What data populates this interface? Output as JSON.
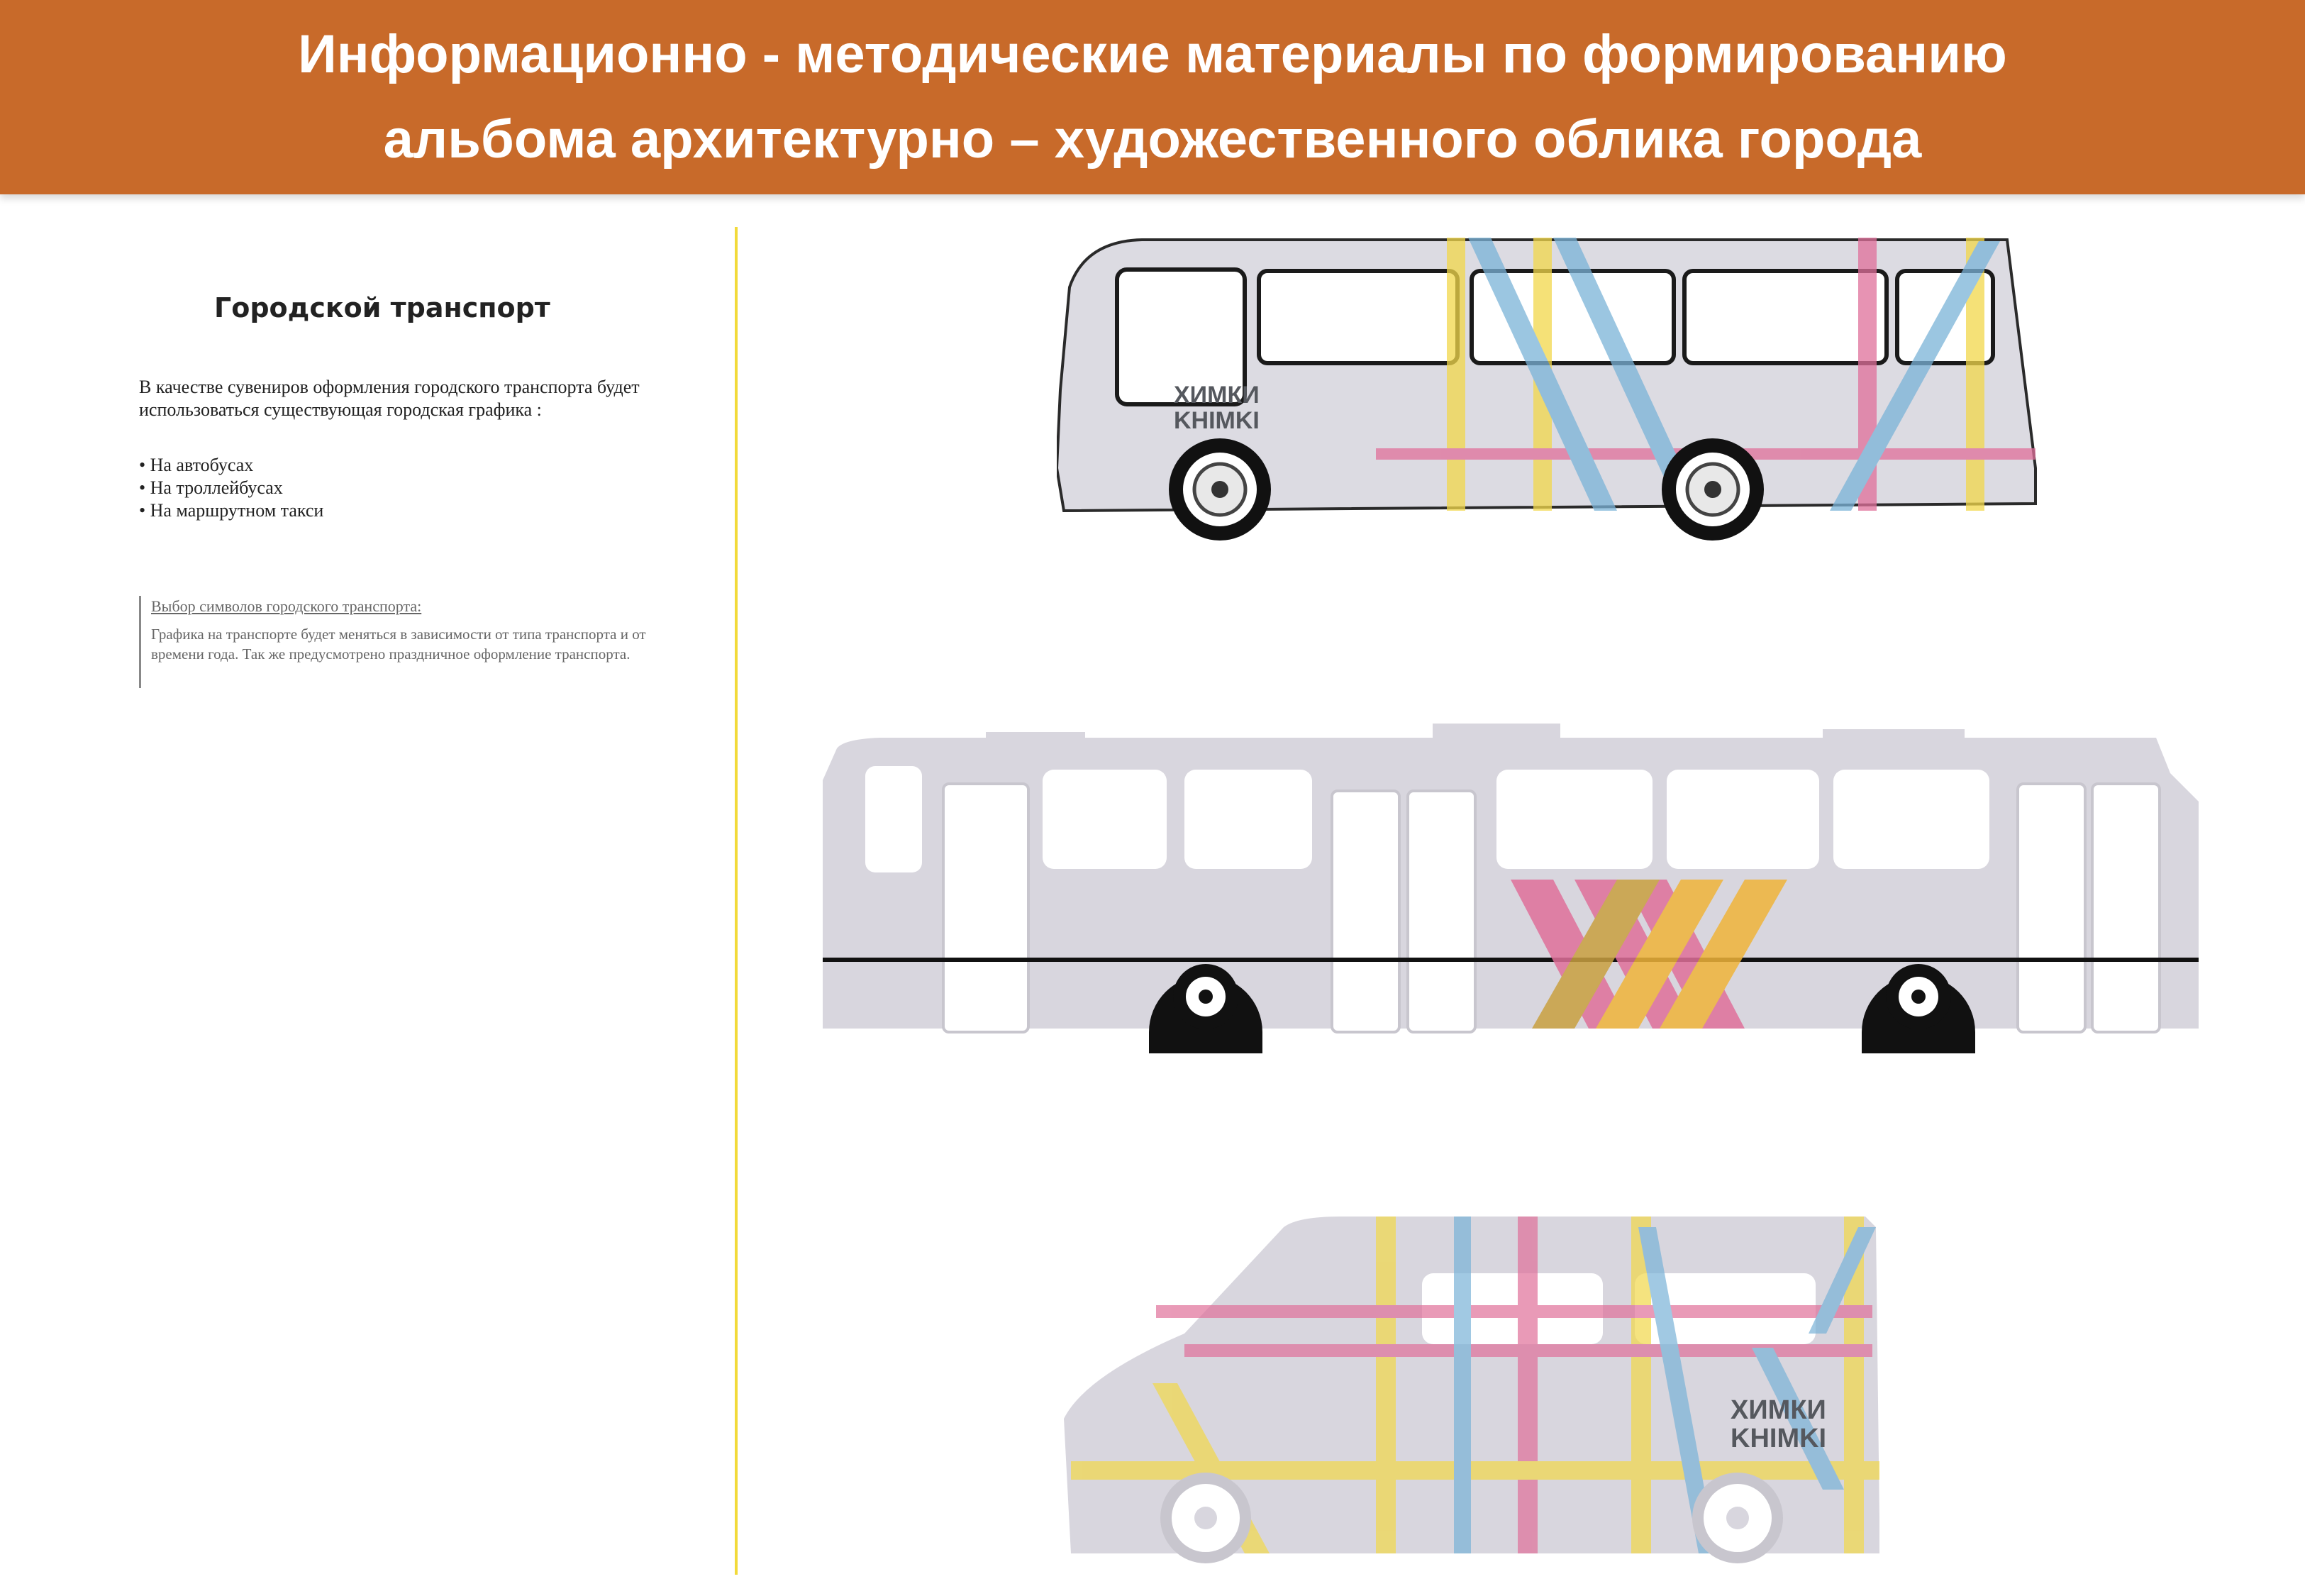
{
  "header": {
    "line1": "Информационно - методические материалы по формированию",
    "line2": "альбома архитектурно – художественного облика города"
  },
  "section": {
    "title": "Городской транспорт",
    "intro": "В качестве сувениров оформления городского транспорта будет использоваться существующая городская графика :",
    "bullets": [
      "На автобусах",
      "На троллейбусах",
      "На маршрутном такси"
    ],
    "note_title": "Выбор символов городского транспорта:",
    "note_text": "Графика на транспорте будет меняться в зависимости от типа транспорта и от времени года. Так же предусмотрено праздничное оформление транспорта."
  },
  "logo": {
    "line1": "ХИМКИ",
    "line2": "KHIMKI"
  },
  "colors": {
    "header_bg": "#c86a2a",
    "divider": "#f2da3a",
    "vehicle_body": "#d8d6de",
    "stripe_yellow": "#f2d84a",
    "stripe_pink": "#e0709a",
    "stripe_blue": "#7ab3d8",
    "stripe_orange": "#f0b43a"
  }
}
